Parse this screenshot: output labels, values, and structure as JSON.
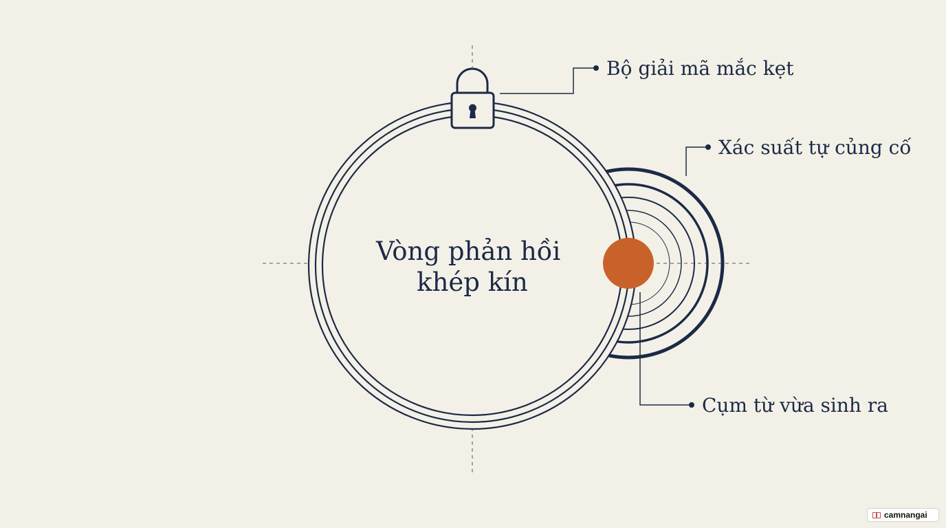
{
  "diagram": {
    "center_title": [
      "Vòng phản hồi",
      "khép kín"
    ],
    "callouts": {
      "stuck_decoder": "Bộ giải mã mắc kẹt",
      "self_reinforcing_probability": "Xác suất tự củng cố",
      "generated_phrase": "Cụm từ vừa sinh ra"
    },
    "icons": [
      "lock-icon"
    ],
    "colors": {
      "background": "#f3f1e7",
      "ink": "#1c2a47",
      "accent": "#c9622a"
    }
  },
  "watermark": {
    "text": "camnangai",
    "icon": "book-icon"
  }
}
